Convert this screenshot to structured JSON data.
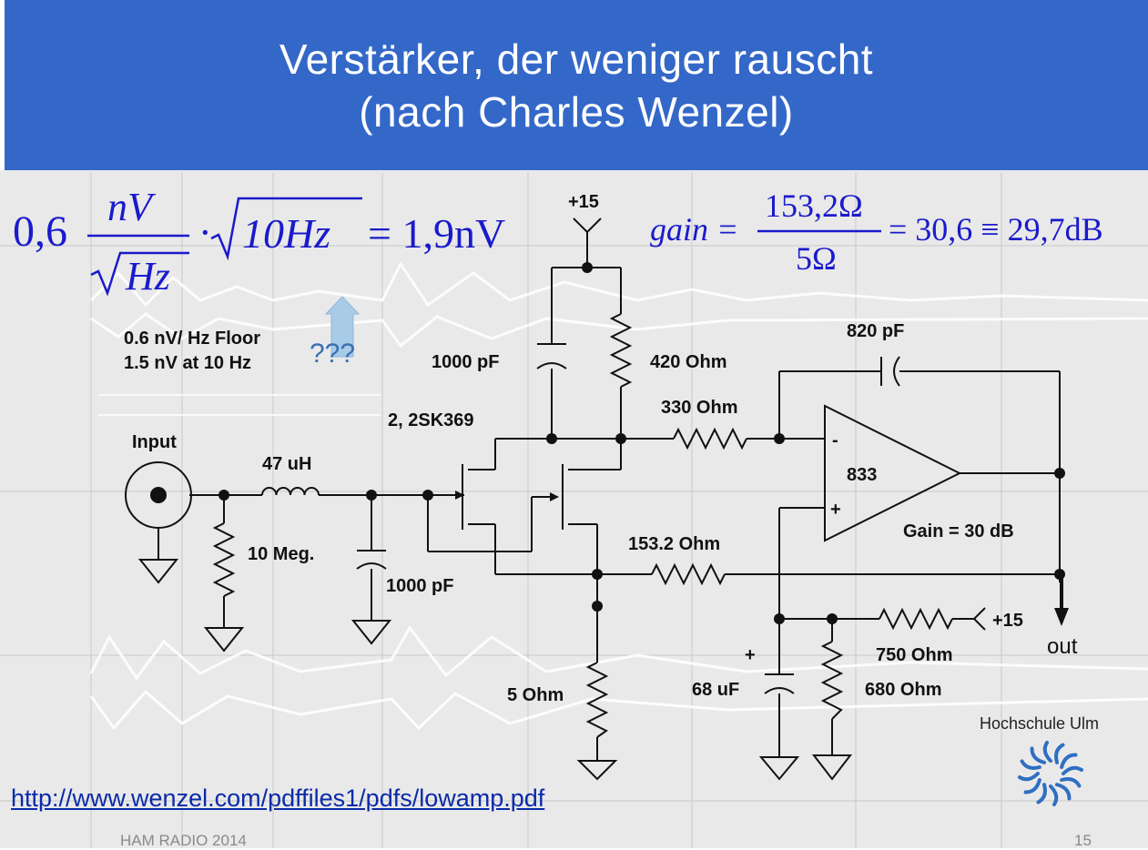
{
  "slide": {
    "title_line1": "Verstärker, der weniger rauscht",
    "title_line2": "(nach Charles Wenzel)",
    "footer_left": "HAM RADIO 2014",
    "page_number": "15",
    "link": "http://www.wenzel.com/pdffiles1/pdfs/lowamp.pdf",
    "logo_text": "Hochschule Ulm"
  },
  "formulas": {
    "noise_lead": "0,6",
    "noise_num": "nV",
    "noise_den": "Hz",
    "noise_dot": "·",
    "noise_sqrt": "10Hz",
    "noise_result": "= 1,9nV",
    "gain_label": "gain =",
    "gain_num": "153,2Ω",
    "gain_den": "5Ω",
    "gain_result": "= 30,6 ≡ 29,7dB"
  },
  "annotations": {
    "floor_line1": "0.6 nV/ Hz Floor",
    "floor_line2": "1.5 nV at 10 Hz",
    "question": "???"
  },
  "components": {
    "input": "Input",
    "l1": "47 uH",
    "r_in": "10 Meg.",
    "c_in": "1000 pF",
    "jfet": "2, 2SK369",
    "supply_top": "+15",
    "c_top": "1000 pF",
    "r_drain": "420 Ohm",
    "r_series": "330 Ohm",
    "c_fb": "820 pF",
    "opamp": "833",
    "opamp_minus": "-",
    "opamp_plus": "+",
    "gain_text": "Gain = 30 dB",
    "r_fb": "153.2 Ohm",
    "r_source": "5 Ohm",
    "supply_right": "+15",
    "r_750": "750 Ohm",
    "r_680": "680 Ohm",
    "c_68": "68 uF",
    "c_68_plus": "+",
    "out": "out"
  },
  "colors": {
    "header": "#3468c8",
    "formula": "#1a1acc",
    "link": "#0a2aa8",
    "arrow": "#a8cbe8"
  }
}
